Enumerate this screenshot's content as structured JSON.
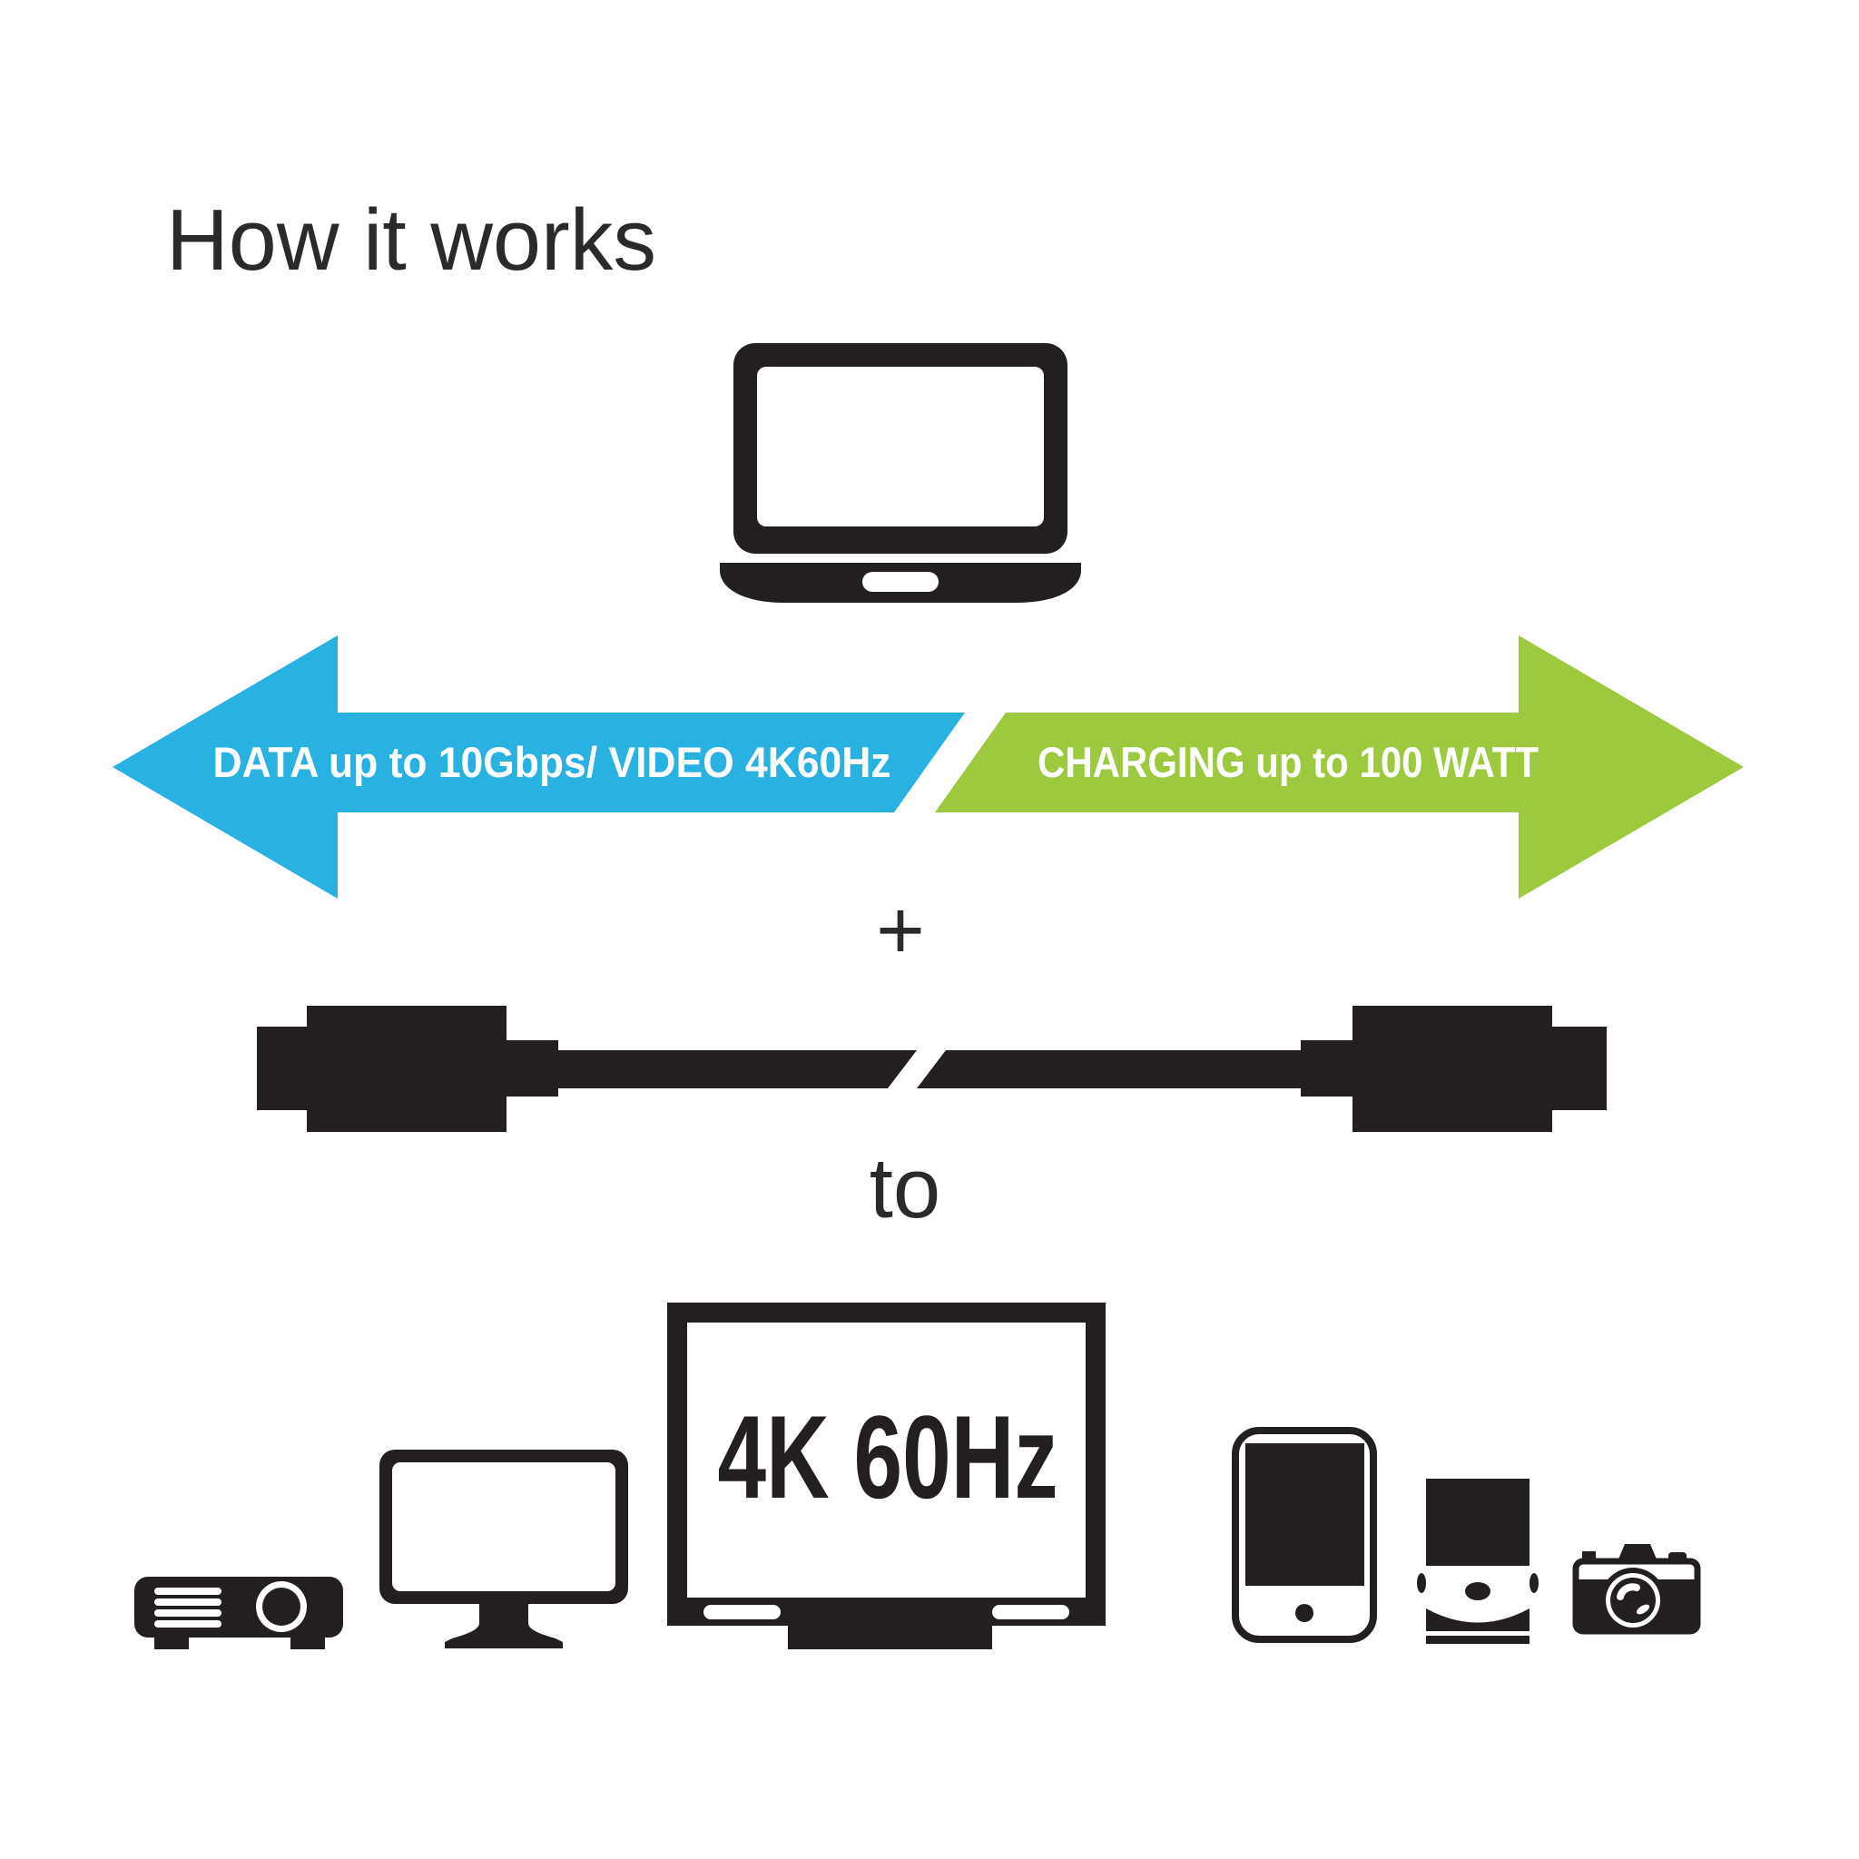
{
  "title": "How it works",
  "colors": {
    "background": "#ffffff",
    "ink": "#231f20",
    "data_arrow": "#29b1e2",
    "charging_arrow": "#9cc93e",
    "arrow_label_text": "#ffffff"
  },
  "arrows": {
    "data": {
      "label": "DATA up to 10Gbps/ VIDEO 4K60Hz",
      "direction": "left"
    },
    "charging": {
      "label": "CHARGING up to 100 WATT",
      "direction": "right"
    }
  },
  "operators": {
    "plus": "+",
    "to": "to"
  },
  "devices": {
    "source": "laptop-icon",
    "cable": "usb-c-cable-icon",
    "targets": [
      "projector-icon",
      "monitor-icon",
      "tv-icon",
      "tablet-icon",
      "external-drive-icon",
      "camera-icon"
    ]
  },
  "tv": {
    "label": "4K 60Hz"
  }
}
